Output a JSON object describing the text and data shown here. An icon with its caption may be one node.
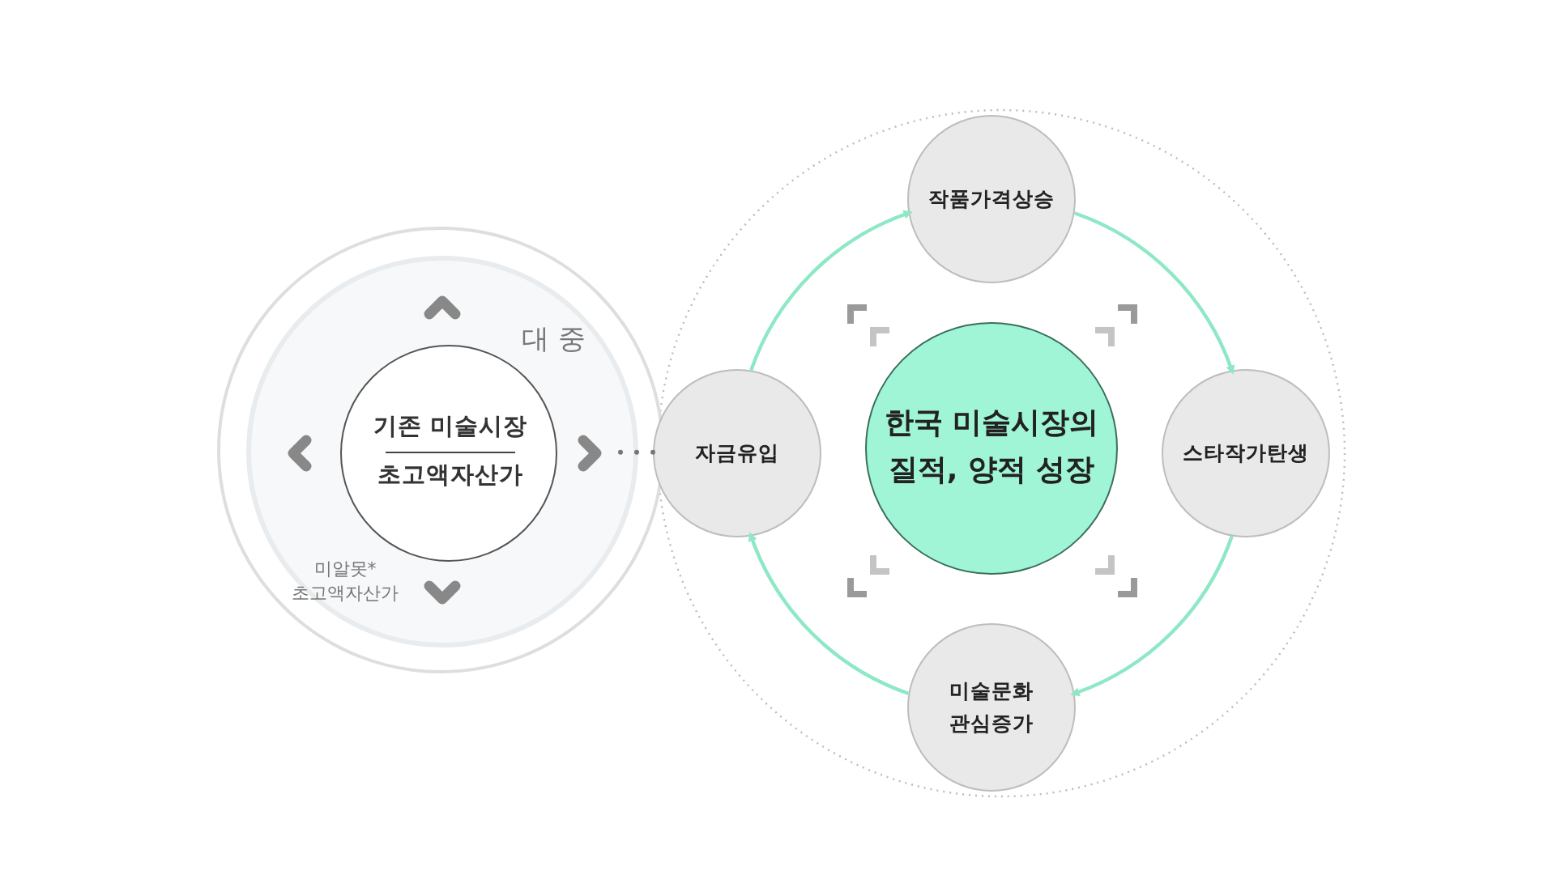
{
  "diagram": {
    "nodes": [
      {
        "text": [
          "대 중",
          "미알못* 초고액자산가"
        ]
      },
      {
        "text": [
          "기존 미술시장",
          "초고액자산가"
        ],
        "in": 0
      },
      {
        "text": [
          "자금유입"
        ]
      },
      {
        "text": [
          "한국 미술시장의 질적, 양적 성장"
        ]
      },
      {
        "text": [
          "작품가격상승"
        ]
      },
      {
        "text": [
          "스타작가탄생"
        ]
      },
      {
        "text": [
          "미술문화 관심증가"
        ]
      }
    ],
    "edges": [
      {
        "from": 1,
        "to": 2,
        "arrow": "none",
        "style": "dashed",
        "color": "#777777"
      },
      {
        "from": 2,
        "to": 4,
        "arrow": "to"
      },
      {
        "from": 4,
        "to": 5,
        "arrow": "to"
      },
      {
        "from": 5,
        "to": 6,
        "arrow": "to"
      },
      {
        "from": 6,
        "to": 2,
        "arrow": "to"
      }
    ]
  }
}
